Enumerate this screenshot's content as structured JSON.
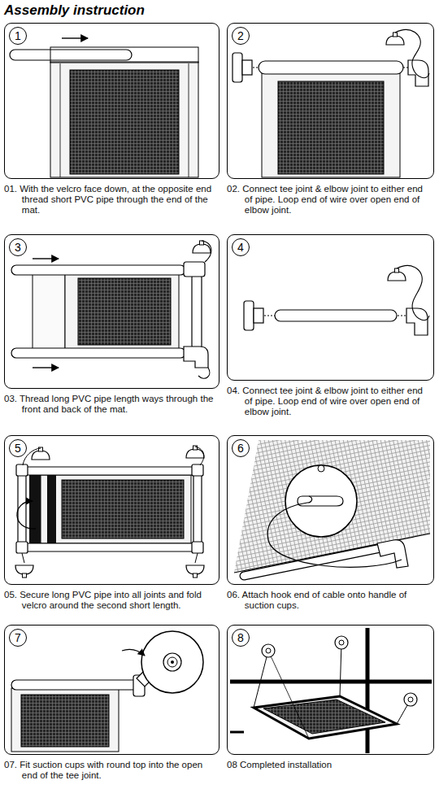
{
  "diagram": {
    "title": "Assembly instruction",
    "nodes": [
      {
        "text": [
          "01. With the velcro face down, at the opposite end thread short PVC pipe through the end of the mat."
        ]
      },
      {
        "text": [
          "1"
        ],
        "in": 0
      },
      {
        "text": [
          "02. Connect tee joint & elbow joint to either end of pipe. Loop end of wire over open end of elbow joint."
        ]
      },
      {
        "text": [
          "2"
        ],
        "in": 2
      },
      {
        "text": [
          "03. Thread long PVC pipe length ways through the front and back of the mat."
        ]
      },
      {
        "text": [
          "3"
        ],
        "in": 4
      },
      {
        "text": [
          "04. Connect tee joint & elbow joint to either end of pipe. Loop end of wire over open end of elbow joint."
        ]
      },
      {
        "text": [
          "4"
        ],
        "in": 6
      },
      {
        "text": [
          "05. Secure long PVC pipe into all joints and fold velcro around the second short length."
        ]
      },
      {
        "text": [
          "5"
        ],
        "in": 8
      },
      {
        "text": [
          "06. Attach hook end of cable onto handle of suction cups."
        ]
      },
      {
        "text": [
          "6"
        ],
        "in": 10
      },
      {
        "text": [
          "07. Fit suction cups with round top into the open end of the tee joint."
        ]
      },
      {
        "text": [
          "7"
        ],
        "in": 12
      },
      {
        "text": [
          "08 Completed installation"
        ]
      },
      {
        "text": [
          "8"
        ],
        "in": 14
      }
    ]
  }
}
